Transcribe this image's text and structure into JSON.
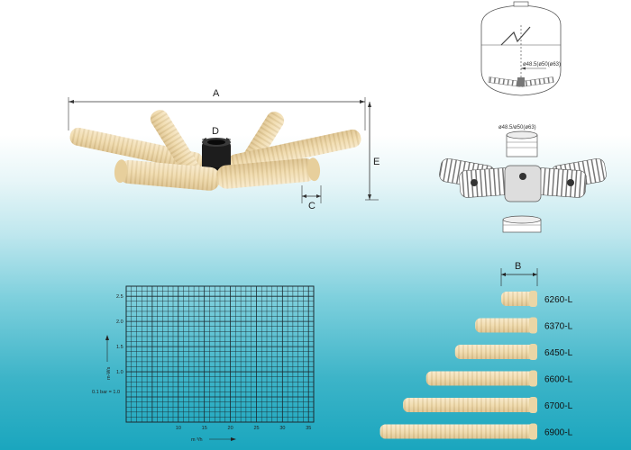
{
  "dimensions": {
    "a": "A",
    "b": "B",
    "c": "C",
    "d": "D",
    "e": "E"
  },
  "tank": {
    "pipe_label": "ø48.5(ø50(ø63)"
  },
  "exploded": {
    "hub_label": "ø48.5/ø50(ø63)"
  },
  "chart_data": {
    "type": "table",
    "x_ticks": [
      "10",
      "15",
      "20",
      "25",
      "30",
      "35"
    ],
    "y_ticks": [
      "2.5",
      "2.0",
      "1.5",
      "1.0"
    ],
    "xlabel": "m ³/h",
    "ylabel": "m-Ws",
    "y_note": "0.1 bar = 1.0",
    "grid": true,
    "xlim": [
      0,
      36
    ],
    "ylim": [
      0,
      2.7
    ]
  },
  "models": [
    {
      "name": "6260-L",
      "length": 1.0
    },
    {
      "name": "6370-L",
      "length": 1.9
    },
    {
      "name": "6450-L",
      "length": 2.6
    },
    {
      "name": "6600-L",
      "length": 3.6
    },
    {
      "name": "6700-L",
      "length": 4.4
    },
    {
      "name": "6900-L",
      "length": 5.2
    }
  ]
}
